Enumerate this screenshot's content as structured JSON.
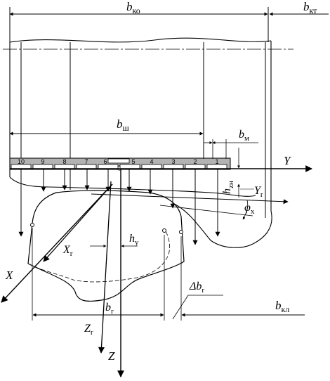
{
  "labels": {
    "b_ko": {
      "main": "b",
      "sub": "ко"
    },
    "b_kt": {
      "main": "b",
      "sub": "кт"
    },
    "b_sh": {
      "main": "b",
      "sub": "ш"
    },
    "b_m": {
      "main": "b",
      "sub": "м"
    },
    "axis_Y": "Y",
    "h_zn": {
      "main": "h",
      "sub": "zн"
    },
    "Y_r": {
      "main": "Y",
      "sub": "r"
    },
    "phi_x": {
      "main": "φ",
      "sub": "x"
    },
    "X_r": {
      "main": "X",
      "sub": "r"
    },
    "axis_X": "X",
    "h_y": {
      "main": "h",
      "sub": "y"
    },
    "delta_b_r": {
      "main": "Δb",
      "sub": "r"
    },
    "b_kl": {
      "main": "b",
      "sub": "кл"
    },
    "b_r": {
      "main": "b",
      "sub": "r"
    },
    "Z_r": {
      "main": "Z",
      "sub": "r"
    },
    "axis_Z": "Z"
  },
  "sensor_numbers": [
    "10",
    "9",
    "8",
    "7",
    "6",
    "5",
    "4",
    "3",
    "2",
    "1"
  ]
}
